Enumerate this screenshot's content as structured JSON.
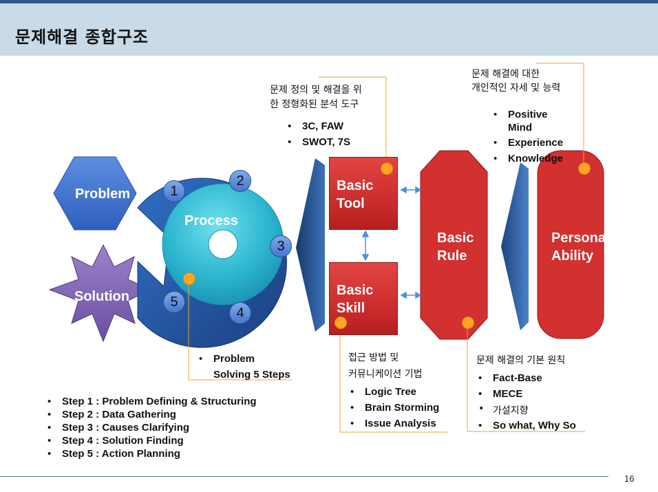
{
  "title": "문제해결 종합구조",
  "page_number": "16",
  "shapes": {
    "problem": "Problem",
    "solution": "Solution",
    "process": "Process",
    "basic_tool": "Basic\nTool",
    "basic_skill": "Basic\nSkill",
    "basic_rule": "Basic\nRule",
    "personal_ability": "Personal\nAbility"
  },
  "process_steps_numbers": [
    "1",
    "2",
    "3",
    "4",
    "5"
  ],
  "tool_note": {
    "line1": "문제 정의 및 해결을 위",
    "line2": "한 정형화된 분석 도구",
    "items": [
      "3C, FAW",
      "SWOT, 7S"
    ]
  },
  "ability_note": {
    "line1": "문제 해결에 대한",
    "line2": "개인적인 자세 및 능력",
    "items": [
      "Positive\nMind",
      "Experience",
      "Knowledge"
    ]
  },
  "process_note": {
    "items": [
      "Problem\nSolving 5 Steps"
    ]
  },
  "skill_note": {
    "line1": "접근 방법 및",
    "line2": "커뮤니케이션 기법",
    "items": [
      "Logic Tree",
      "Brain Storming",
      "Issue Analysis"
    ]
  },
  "rule_note": {
    "line1": "문제 해결의 기본 원칙",
    "items": [
      "Fact-Base",
      "MECE",
      "가설지향",
      "So what, Why So"
    ]
  },
  "steps": [
    "Step 1 : Problem Defining & Structuring",
    "Step 2 : Data Gathering",
    "Step 3 : Causes Clarifying",
    "Step 4 : Solution Finding",
    "Step 5 : Action Planning"
  ]
}
